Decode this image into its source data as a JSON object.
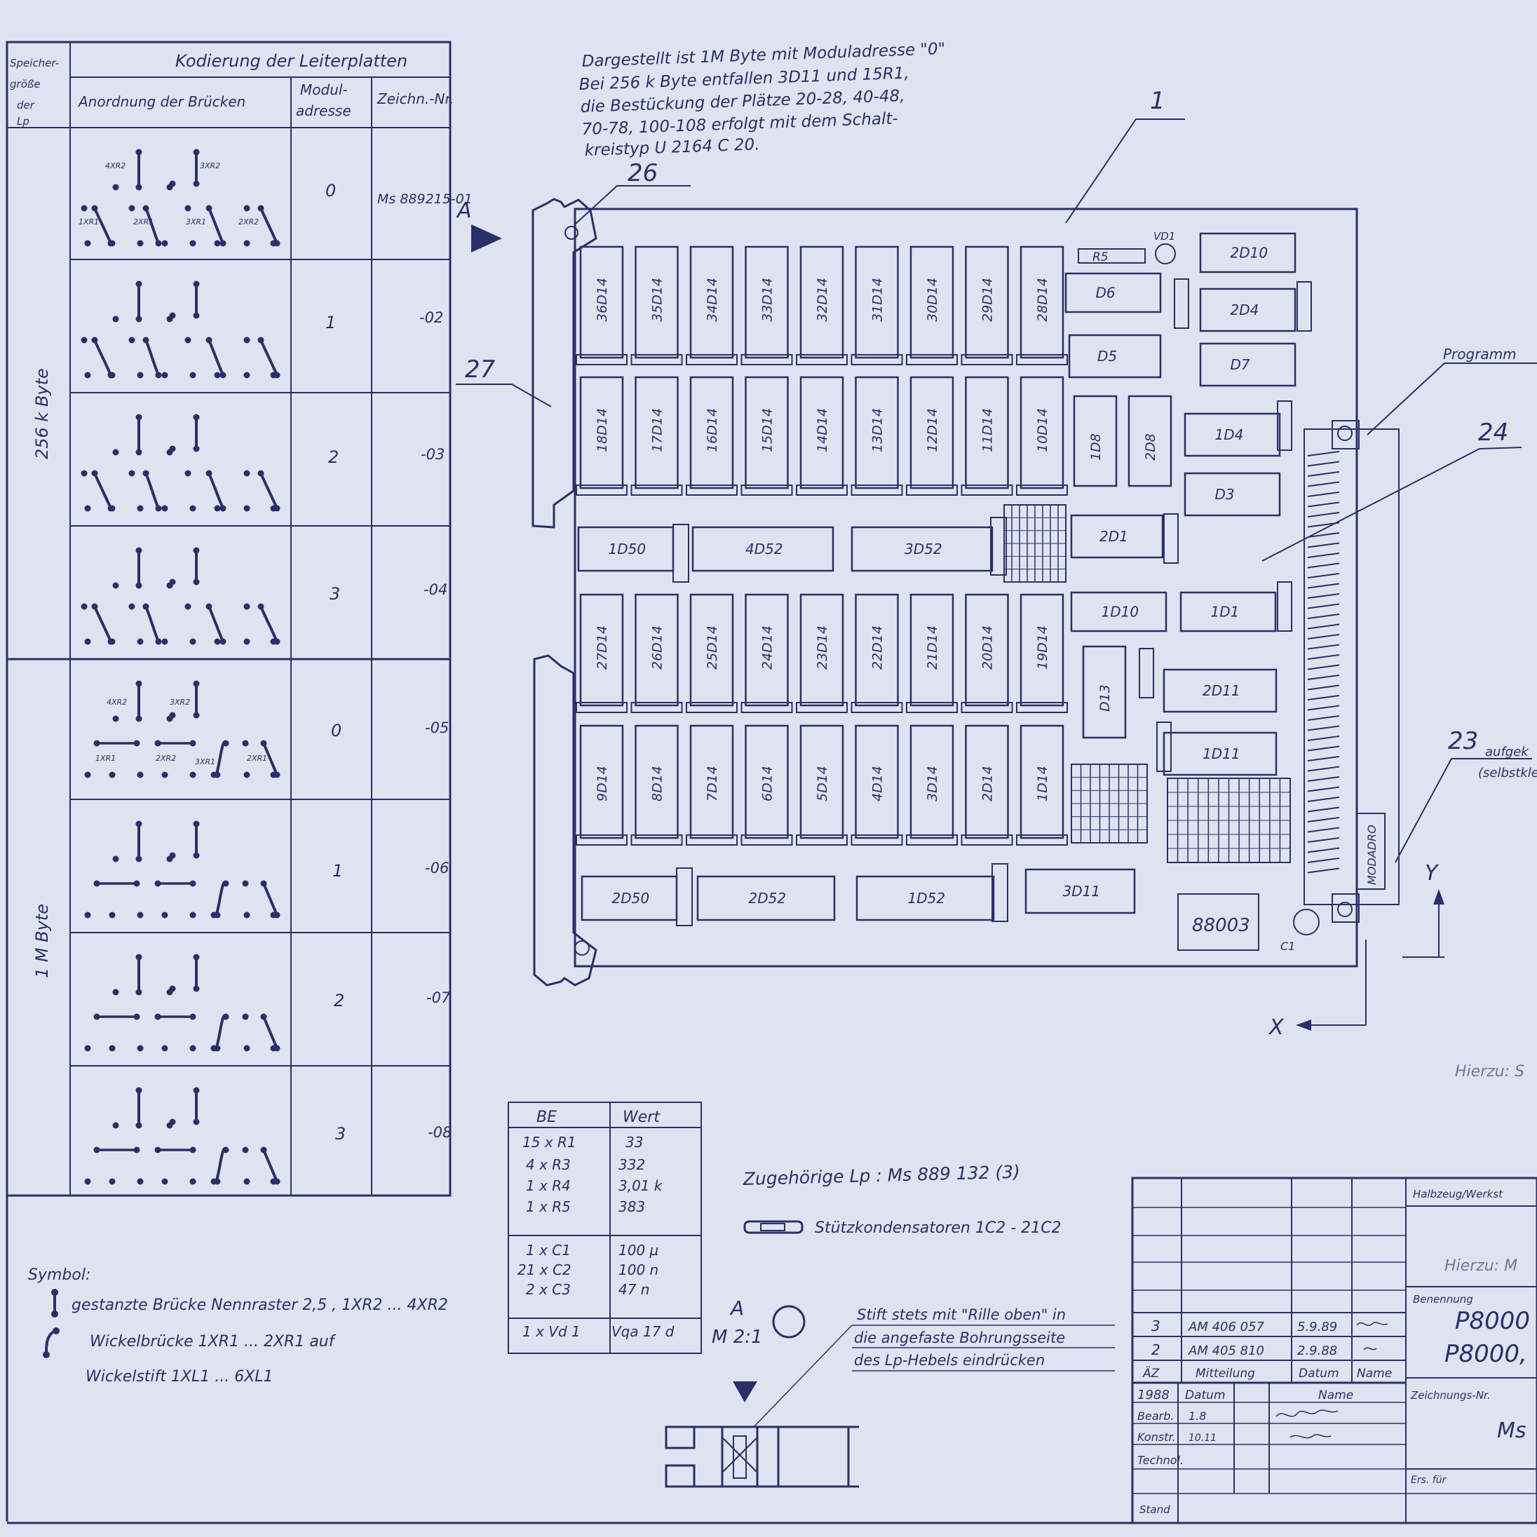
{
  "coding_table": {
    "title": "Kodierung der Leiterplatten",
    "col_size": [
      "Speicher-",
      "größe",
      "der",
      "Lp"
    ],
    "col_arrangement": "Anordnung der Brücken",
    "col_module": [
      "Modul-",
      "adresse"
    ],
    "col_drawing": "Zeichn.-Nr.",
    "group_256k": "256 k Byte",
    "group_1m": "1 M Byte",
    "rows": [
      {
        "module": "0",
        "drawing": "Ms 889215-01"
      },
      {
        "module": "1",
        "drawing": "-02"
      },
      {
        "module": "2",
        "drawing": "-03"
      },
      {
        "module": "3",
        "drawing": "-04"
      },
      {
        "module": "0",
        "drawing": "-05"
      },
      {
        "module": "1",
        "drawing": "-06"
      },
      {
        "module": "2",
        "drawing": "-07"
      },
      {
        "module": "3",
        "drawing": "-08"
      }
    ],
    "bridge_labels_a": [
      "4XR2",
      "3XR2",
      "1XR1",
      "2XR1",
      "3XR1",
      "2XR2"
    ],
    "bridge_labels_b": [
      "4XR2",
      "3XR2",
      "1XR1",
      "2XR2",
      "3XR1",
      "2XR1"
    ]
  },
  "notes": {
    "line1": "Dargestellt ist 1M Byte mit Moduladresse \"0\"",
    "line2": "Bei 256 k Byte entfallen 3D11 und 15R1,",
    "line3": "die Bestückung der Plätze 20-28, 40-48,",
    "line4": "70-78, 100-108 erfolgt mit dem Schalt-",
    "line5": "kreistyp U 2164 C 20."
  },
  "callouts": {
    "c1": "1",
    "c26": "26",
    "c27": "27",
    "c24": "24",
    "c23": "23",
    "c23_text_a": "aufgek",
    "c23_text_b": "(selbstkle",
    "programm": "Programm",
    "view_a": "A",
    "axis_y": "Y",
    "axis_x": "X",
    "hierzu": "Hierzu: S"
  },
  "board": {
    "ram_row1": [
      "36D14",
      "35D14",
      "34D14",
      "33D14",
      "32D14",
      "31D14",
      "30D14",
      "29D14",
      "28D14"
    ],
    "ram_row2": [
      "18D14",
      "17D14",
      "16D14",
      "15D14",
      "14D14",
      "13D14",
      "12D14",
      "11D14",
      "10D14"
    ],
    "ram_row3": [
      "27D14",
      "26D14",
      "25D14",
      "24D14",
      "23D14",
      "22D14",
      "21D14",
      "20D14",
      "19D14"
    ],
    "ram_row4": [
      "9D14",
      "8D14",
      "7D14",
      "6D14",
      "5D14",
      "4D14",
      "3D14",
      "2D14",
      "1D14"
    ],
    "mid_row": [
      "1D50",
      "4D52",
      "3D52"
    ],
    "bottom_row": [
      "2D50",
      "2D52",
      "1D52",
      "3D11"
    ],
    "right_chips": [
      "2D10",
      "D6",
      "2D4",
      "D5",
      "D7",
      "1D8",
      "2D8",
      "1D4",
      "D3",
      "2D1",
      "1D10",
      "1D1",
      "D13",
      "2D11",
      "1D11"
    ],
    "r5": "R5",
    "vd1": "VD1",
    "c1": "C1",
    "sticker": "88003",
    "label_module": "MODADRO"
  },
  "bom": {
    "head_be": "BE",
    "head_wert": "Wert",
    "rows": [
      {
        "be": "15 x R1",
        "wert": "33"
      },
      {
        "be": "4 x R3",
        "wert": "332"
      },
      {
        "be": "1 x R4",
        "wert": "3,01 k"
      },
      {
        "be": "1 x R5",
        "wert": "383"
      },
      {
        "be": "1 x C1",
        "wert": "100 µ"
      },
      {
        "be": "21 x C2",
        "wert": "100 n"
      },
      {
        "be": "2 x C3",
        "wert": "47 n"
      },
      {
        "be": "1 x Vd 1",
        "wert": "Vqa 17 d"
      }
    ]
  },
  "misc": {
    "lp_ref": "Zugehörige Lp : Ms 889 132 (3)",
    "capacitor_note": "Stützkondensatoren 1C2 - 21C2",
    "symbol_title": "Symbol:",
    "symbol1": "gestanzte Brücke Nennraster 2,5 , 1XR2 ... 4XR2",
    "symbol2": "Wickelbrücke 1XR1 ... 2XR1 auf",
    "symbol3": "Wickelstift 1XL1 ... 6XL1",
    "detail_a": "A",
    "detail_scale": "M 2:1",
    "pin_note1": "Stift stets mit \"Rille oben\" in",
    "pin_note2": "die angefaste Bohrungsseite",
    "pin_note3": "des Lp-Hebels eindrücken"
  },
  "title_block": {
    "halbzeug": "Halbzeug/Werkst",
    "hierzu": "Hierzu: M",
    "benennung": "Benennung",
    "name1": "P8000",
    "name2": "P8000,",
    "zeichnungs_nr_label": "Zeichnungs-Nr.",
    "zeichnungs_nr": "Ms",
    "ers_fuer": "Ers. für",
    "changes": [
      {
        "az": "3",
        "mitteilung": "AM 406 057",
        "datum": "5.9.89"
      },
      {
        "az": "2",
        "mitteilung": "AM 405 810",
        "datum": "2.9.88"
      }
    ],
    "az": "ÄZ",
    "mitteilung": "Mitteilung",
    "datum": "Datum",
    "name": "Name",
    "year": "1988",
    "bearb": "Bearb.",
    "bearb_date": "1.8",
    "konstr": "Konstr.",
    "konstr_date": "10.11",
    "technol": "Technol.",
    "stand": "Stand"
  }
}
